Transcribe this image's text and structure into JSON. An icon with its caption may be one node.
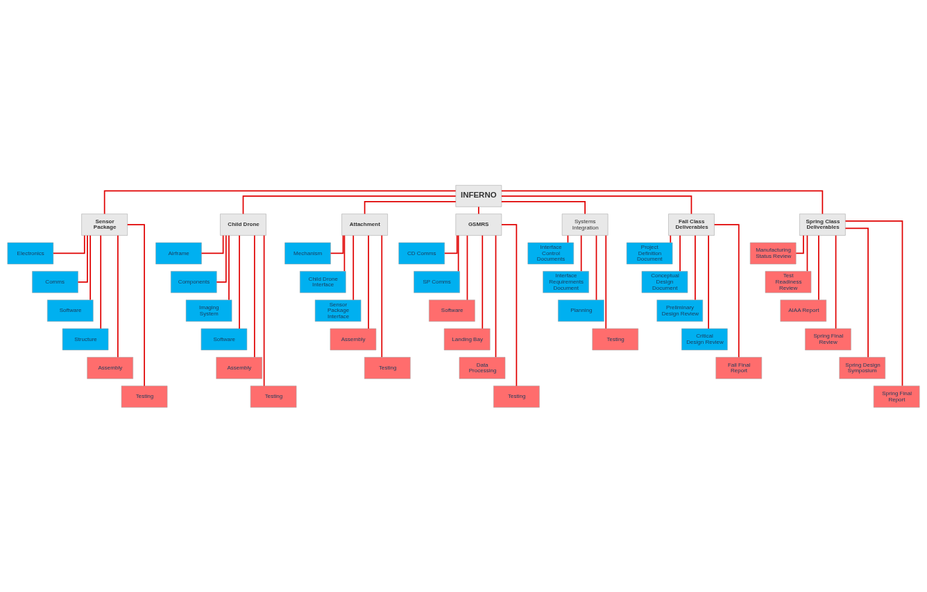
{
  "diagram": {
    "nodes": [
      {
        "text": [
          "INFERNO"
        ]
      },
      {
        "text": [
          "Sensor Package"
        ]
      },
      {
        "text": [
          "Child Drone"
        ]
      },
      {
        "text": [
          "Attachment"
        ]
      },
      {
        "text": [
          "GSMRS"
        ]
      },
      {
        "text": [
          "Systems Integration"
        ]
      },
      {
        "text": [
          "Fall Class Deliverables"
        ]
      },
      {
        "text": [
          "Spring Class Deliverables"
        ]
      },
      {
        "text": [
          "Electronics"
        ]
      },
      {
        "text": [
          "Comms"
        ]
      },
      {
        "text": [
          "Software"
        ]
      },
      {
        "text": [
          "Structure"
        ]
      },
      {
        "text": [
          "Assembly"
        ]
      },
      {
        "text": [
          "Testing"
        ]
      },
      {
        "text": [
          "Airframe"
        ]
      },
      {
        "text": [
          "Components"
        ]
      },
      {
        "text": [
          "Imaging System"
        ]
      },
      {
        "text": [
          "Software"
        ]
      },
      {
        "text": [
          "Assembly"
        ]
      },
      {
        "text": [
          "Testing"
        ]
      },
      {
        "text": [
          "Mechanism"
        ]
      },
      {
        "text": [
          "Child Drone Interface"
        ]
      },
      {
        "text": [
          "Sensor Package Interface"
        ]
      },
      {
        "text": [
          "Assembly"
        ]
      },
      {
        "text": [
          "Testing"
        ]
      },
      {
        "text": [
          "CD Comms"
        ]
      },
      {
        "text": [
          "SP Comms"
        ]
      },
      {
        "text": [
          "Software"
        ]
      },
      {
        "text": [
          "Landing Bay"
        ]
      },
      {
        "text": [
          "Data Processing"
        ]
      },
      {
        "text": [
          "Testing"
        ]
      },
      {
        "text": [
          "Interface Control Documents"
        ]
      },
      {
        "text": [
          "Interface Requirements Document"
        ]
      },
      {
        "text": [
          "Planning"
        ]
      },
      {
        "text": [
          "Testing"
        ]
      },
      {
        "text": [
          "Project Definition Document"
        ]
      },
      {
        "text": [
          "Conceptual Design Document"
        ]
      },
      {
        "text": [
          "Preliminary Design Review"
        ]
      },
      {
        "text": [
          "Critical Design Review"
        ]
      },
      {
        "text": [
          "Fall Final Report"
        ]
      },
      {
        "text": [
          "Manufacturing Status Review"
        ]
      },
      {
        "text": [
          "Test Readiness Review"
        ]
      },
      {
        "text": [
          "AIAA Report"
        ]
      },
      {
        "text": [
          "Spring Final Review"
        ]
      },
      {
        "text": [
          "Spring Design Symposium"
        ]
      },
      {
        "text": [
          "Spring Final Report"
        ]
      }
    ],
    "edges": [
      {
        "from": 0,
        "to": 1,
        "arrow": "none"
      },
      {
        "from": 0,
        "to": 2,
        "arrow": "none"
      },
      {
        "from": 0,
        "to": 3,
        "arrow": "none"
      },
      {
        "from": 0,
        "to": 4,
        "arrow": "none"
      },
      {
        "from": 0,
        "to": 5,
        "arrow": "none"
      },
      {
        "from": 0,
        "to": 6,
        "arrow": "none"
      },
      {
        "from": 0,
        "to": 7,
        "arrow": "none"
      },
      {
        "from": 1,
        "to": 8,
        "arrow": "none"
      },
      {
        "from": 1,
        "to": 9,
        "arrow": "none"
      },
      {
        "from": 1,
        "to": 10,
        "arrow": "none"
      },
      {
        "from": 1,
        "to": 11,
        "arrow": "none"
      },
      {
        "from": 1,
        "to": 12,
        "arrow": "none"
      },
      {
        "from": 1,
        "to": 13,
        "arrow": "none"
      },
      {
        "from": 2,
        "to": 14,
        "arrow": "none"
      },
      {
        "from": 2,
        "to": 15,
        "arrow": "none"
      },
      {
        "from": 2,
        "to": 16,
        "arrow": "none"
      },
      {
        "from": 2,
        "to": 17,
        "arrow": "none"
      },
      {
        "from": 2,
        "to": 18,
        "arrow": "none"
      },
      {
        "from": 2,
        "to": 19,
        "arrow": "none"
      },
      {
        "from": 3,
        "to": 20,
        "arrow": "none"
      },
      {
        "from": 3,
        "to": 21,
        "arrow": "none"
      },
      {
        "from": 3,
        "to": 22,
        "arrow": "none"
      },
      {
        "from": 3,
        "to": 23,
        "arrow": "none"
      },
      {
        "from": 3,
        "to": 24,
        "arrow": "none"
      },
      {
        "from": 4,
        "to": 25,
        "arrow": "none"
      },
      {
        "from": 4,
        "to": 26,
        "arrow": "none"
      },
      {
        "from": 4,
        "to": 27,
        "arrow": "none"
      },
      {
        "from": 4,
        "to": 28,
        "arrow": "none"
      },
      {
        "from": 4,
        "to": 29,
        "arrow": "none"
      },
      {
        "from": 4,
        "to": 30,
        "arrow": "none"
      },
      {
        "from": 5,
        "to": 31,
        "arrow": "none"
      },
      {
        "from": 5,
        "to": 32,
        "arrow": "none"
      },
      {
        "from": 5,
        "to": 33,
        "arrow": "none"
      },
      {
        "from": 5,
        "to": 34,
        "arrow": "none"
      },
      {
        "from": 6,
        "to": 35,
        "arrow": "none"
      },
      {
        "from": 6,
        "to": 36,
        "arrow": "none"
      },
      {
        "from": 6,
        "to": 37,
        "arrow": "none"
      },
      {
        "from": 6,
        "to": 38,
        "arrow": "none"
      },
      {
        "from": 6,
        "to": 39,
        "arrow": "none"
      },
      {
        "from": 7,
        "to": 40,
        "arrow": "none"
      },
      {
        "from": 7,
        "to": 41,
        "arrow": "none"
      },
      {
        "from": 7,
        "to": 42,
        "arrow": "none"
      },
      {
        "from": 7,
        "to": 43,
        "arrow": "none"
      },
      {
        "from": 7,
        "to": 44,
        "arrow": "none"
      },
      {
        "from": 7,
        "to": 45,
        "arrow": "none"
      }
    ]
  }
}
